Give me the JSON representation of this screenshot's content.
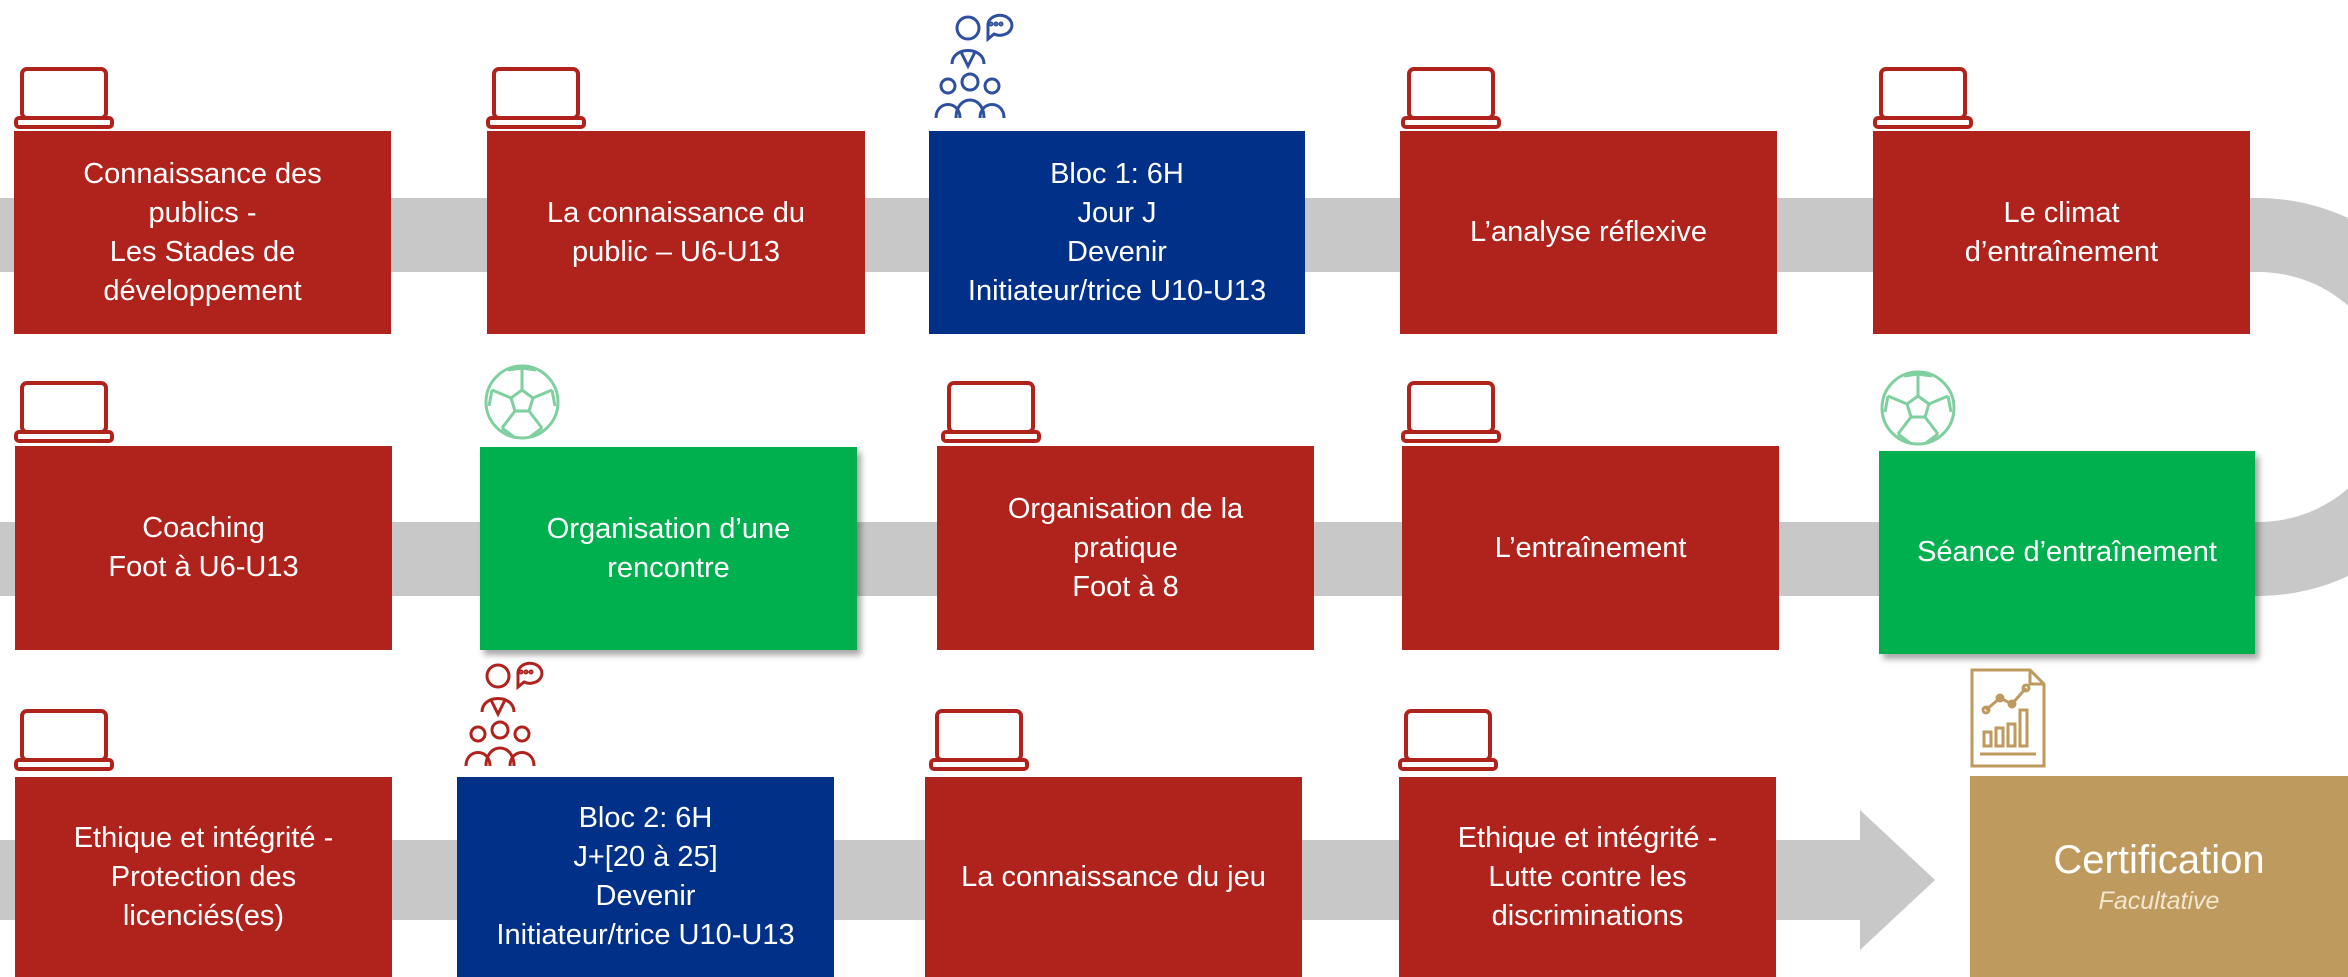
{
  "colors": {
    "module": "#b0231c",
    "bloc": "#003087",
    "practice": "#00b04f",
    "certification": "#bf9a5e",
    "track": "#c8c8c8"
  },
  "icons": {
    "elearning": "laptop-icon",
    "presentiel": "group-trainer-icon",
    "terrain": "soccer-ball-icon",
    "evaluation": "chart-document-icon"
  },
  "row1": [
    {
      "text": "Connaissance des\npublics -\nLes Stades de\ndéveloppement",
      "type": "module",
      "icon": "laptop-icon"
    },
    {
      "text": "La connaissance du\npublic –  U6-U13",
      "type": "module",
      "icon": "laptop-icon"
    },
    {
      "text": "Bloc 1: 6H\nJour J\nDevenir\nInitiateur/trice U10-U13",
      "type": "bloc",
      "icon": "group-trainer-icon"
    },
    {
      "text": "L’analyse réflexive",
      "type": "module",
      "icon": "laptop-icon"
    },
    {
      "text": "Le climat\nd’entraînement",
      "type": "module",
      "icon": "laptop-icon"
    }
  ],
  "row2": [
    {
      "text": "Coaching\nFoot à U6-U13",
      "type": "module",
      "icon": "laptop-icon"
    },
    {
      "text": "Organisation d’une\nrencontre",
      "type": "practice",
      "icon": "soccer-ball-icon"
    },
    {
      "text": "Organisation de la\npratique\nFoot à 8",
      "type": "module",
      "icon": "laptop-icon"
    },
    {
      "text": "L’entraînement",
      "type": "module",
      "icon": "laptop-icon"
    },
    {
      "text": "Séance d’entraînement",
      "type": "practice",
      "icon": "soccer-ball-icon"
    }
  ],
  "row3": [
    {
      "text": "Ethique et intégrité  -\nProtection des\nlicenciés(es)",
      "type": "module",
      "icon": "laptop-icon"
    },
    {
      "text": "Bloc 2: 6H\nJ+[20 à 25]\nDevenir\nInitiateur/trice U10-U13",
      "type": "bloc",
      "icon": "group-trainer-icon"
    },
    {
      "text": "La connaissance du jeu",
      "type": "module",
      "icon": "laptop-icon"
    },
    {
      "text": "Ethique et intégrité -\nLutte contre les\ndiscriminations",
      "type": "module",
      "icon": "laptop-icon"
    }
  ],
  "certification": {
    "title": "Certification",
    "subtitle": "Facultative",
    "icon": "chart-document-icon"
  }
}
